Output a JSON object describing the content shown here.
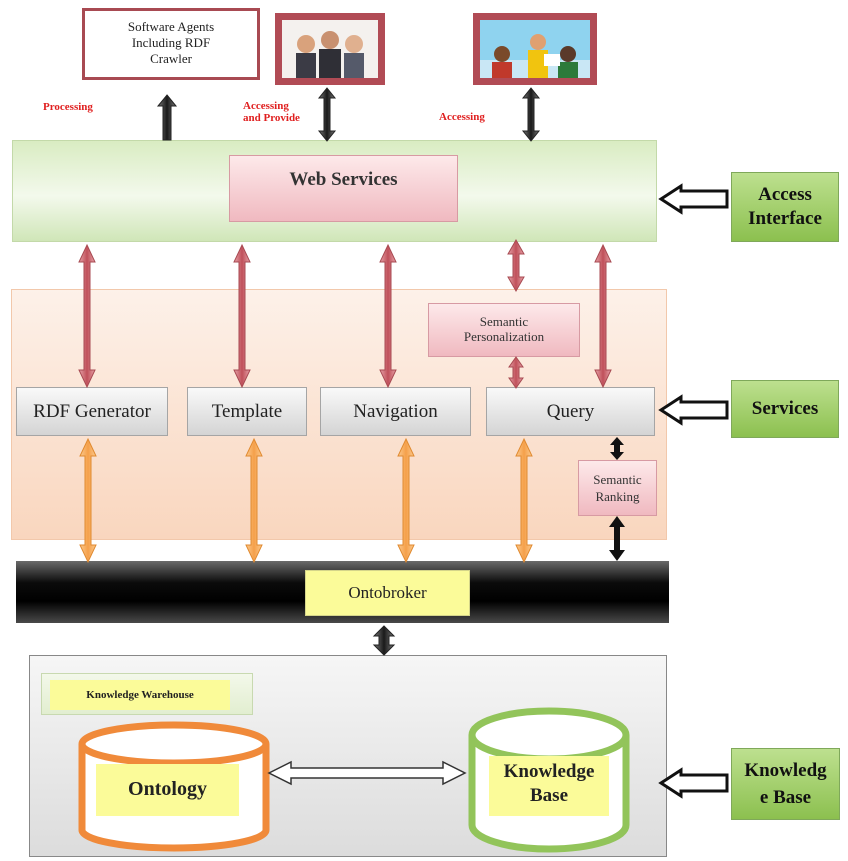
{
  "top": {
    "agents_box": "Software Agents Including RDF Crawler",
    "label_processing": "Processing",
    "label_accessing_provide": "Accessing and Provide",
    "label_accessing": "Accessing"
  },
  "web_services": {
    "title": "Web Services"
  },
  "services": {
    "rdf_generator": "RDF Generator",
    "template": "Template",
    "navigation": "Navigation",
    "query": "Query",
    "semantic_personalization": "Semantic Personalization",
    "semantic_ranking": "Semantic Ranking"
  },
  "ontobroker": {
    "label": "Ontobroker"
  },
  "warehouse": {
    "title": "Knowledge Warehouse",
    "ontology": "Ontology",
    "knowledge_base": "Knowledge Base"
  },
  "side_labels": {
    "access_interface": "Access Interface",
    "services": "Services",
    "knowledge_base": "Knowledge Base"
  },
  "colors": {
    "web_band": "#d9ecc2",
    "services_band": "#f9d6be",
    "arrow_red": "#c0505a",
    "arrow_orange": "#f5a04a",
    "green_label": "#9bcb5f",
    "ontology_ring": "#f08a3a",
    "kb_ring": "#92c45a"
  }
}
